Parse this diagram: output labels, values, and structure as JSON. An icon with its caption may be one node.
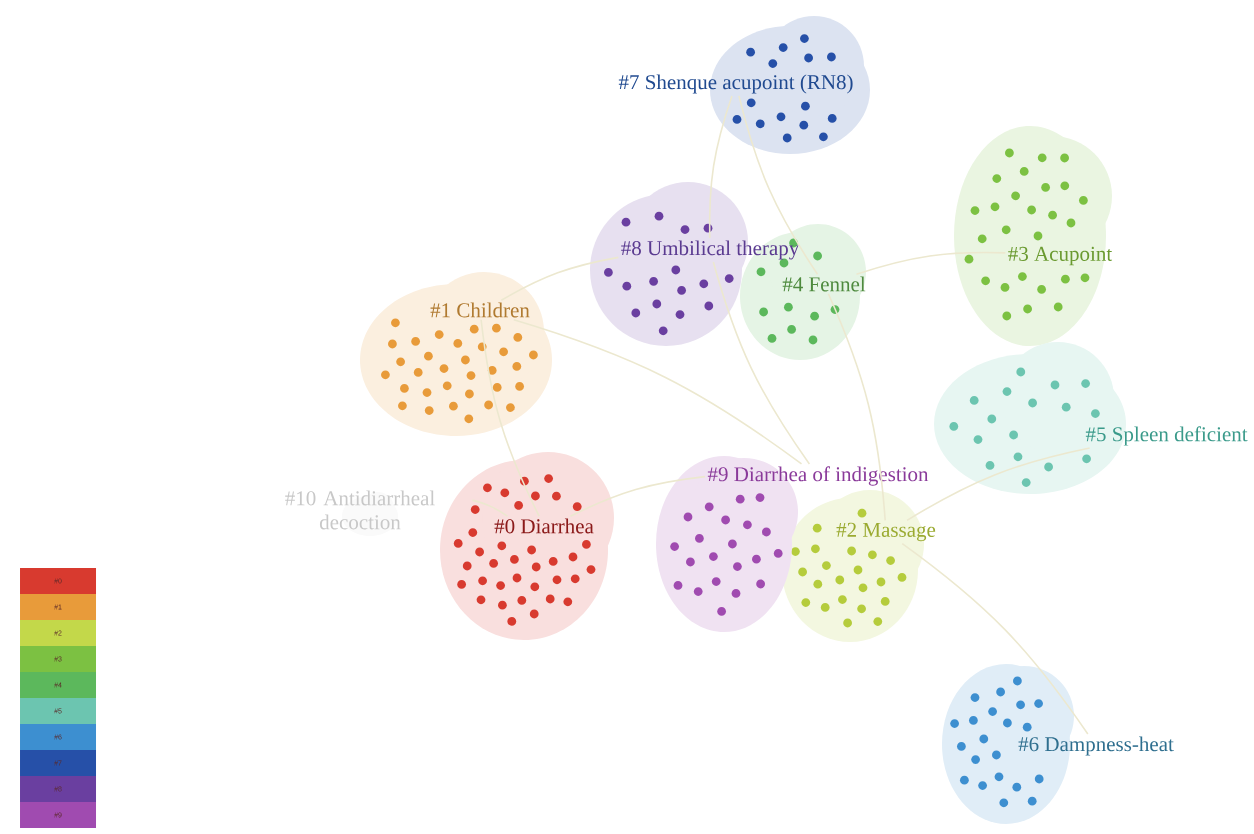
{
  "diagram": {
    "nodes": [
      {
        "text": [
          "#0 Diarrhea"
        ]
      },
      {
        "text": [
          "#1 Children"
        ]
      },
      {
        "text": [
          "#2 Massage"
        ]
      },
      {
        "text": [
          "#3 Acupoint"
        ]
      },
      {
        "text": [
          "#4 Fennel"
        ]
      },
      {
        "text": [
          "#5 Spleen deficient"
        ]
      },
      {
        "text": [
          "#6 Dampness-heat"
        ]
      },
      {
        "text": [
          "#7 Shenque acupoint (RN8)"
        ]
      },
      {
        "text": [
          "#8 Umbilical therapy"
        ]
      },
      {
        "text": [
          "#9 Diarrhea of indigestion"
        ]
      },
      {
        "text": [
          "#10 Antidiarrheal decoction"
        ]
      }
    ],
    "edges": [
      {
        "from": 0,
        "to": 1,
        "arrow": "none"
      },
      {
        "from": 0,
        "to": 9,
        "arrow": "none"
      },
      {
        "from": 1,
        "to": 8,
        "arrow": "none"
      },
      {
        "from": 8,
        "to": 7,
        "arrow": "none"
      },
      {
        "from": 4,
        "to": 7,
        "arrow": "none"
      },
      {
        "from": 4,
        "to": 3,
        "arrow": "none"
      },
      {
        "from": 2,
        "to": 5,
        "arrow": "none"
      },
      {
        "from": 2,
        "to": 6,
        "arrow": "none"
      },
      {
        "from": 10,
        "to": 0,
        "arrow": "none"
      },
      {
        "from": 1,
        "to": 9,
        "arrow": "none"
      },
      {
        "from": 9,
        "to": 8,
        "arrow": "none"
      },
      {
        "from": 4,
        "to": 2,
        "arrow": "none"
      }
    ],
    "legend": [
      {
        "text": "#0",
        "color": "#d83a2f"
      },
      {
        "text": "#1",
        "color": "#e89b3a"
      },
      {
        "text": "#2",
        "color": "#c3d84a"
      },
      {
        "text": "#3",
        "color": "#7cc142"
      },
      {
        "text": "#4",
        "color": "#5cb85c"
      },
      {
        "text": "#5",
        "color": "#6cc5b0"
      },
      {
        "text": "#6",
        "color": "#3d8fd0"
      },
      {
        "text": "#7",
        "color": "#2650a8"
      },
      {
        "text": "#8",
        "color": "#6a3fa0"
      },
      {
        "text": "#9",
        "color": "#a04bb0"
      }
    ]
  }
}
